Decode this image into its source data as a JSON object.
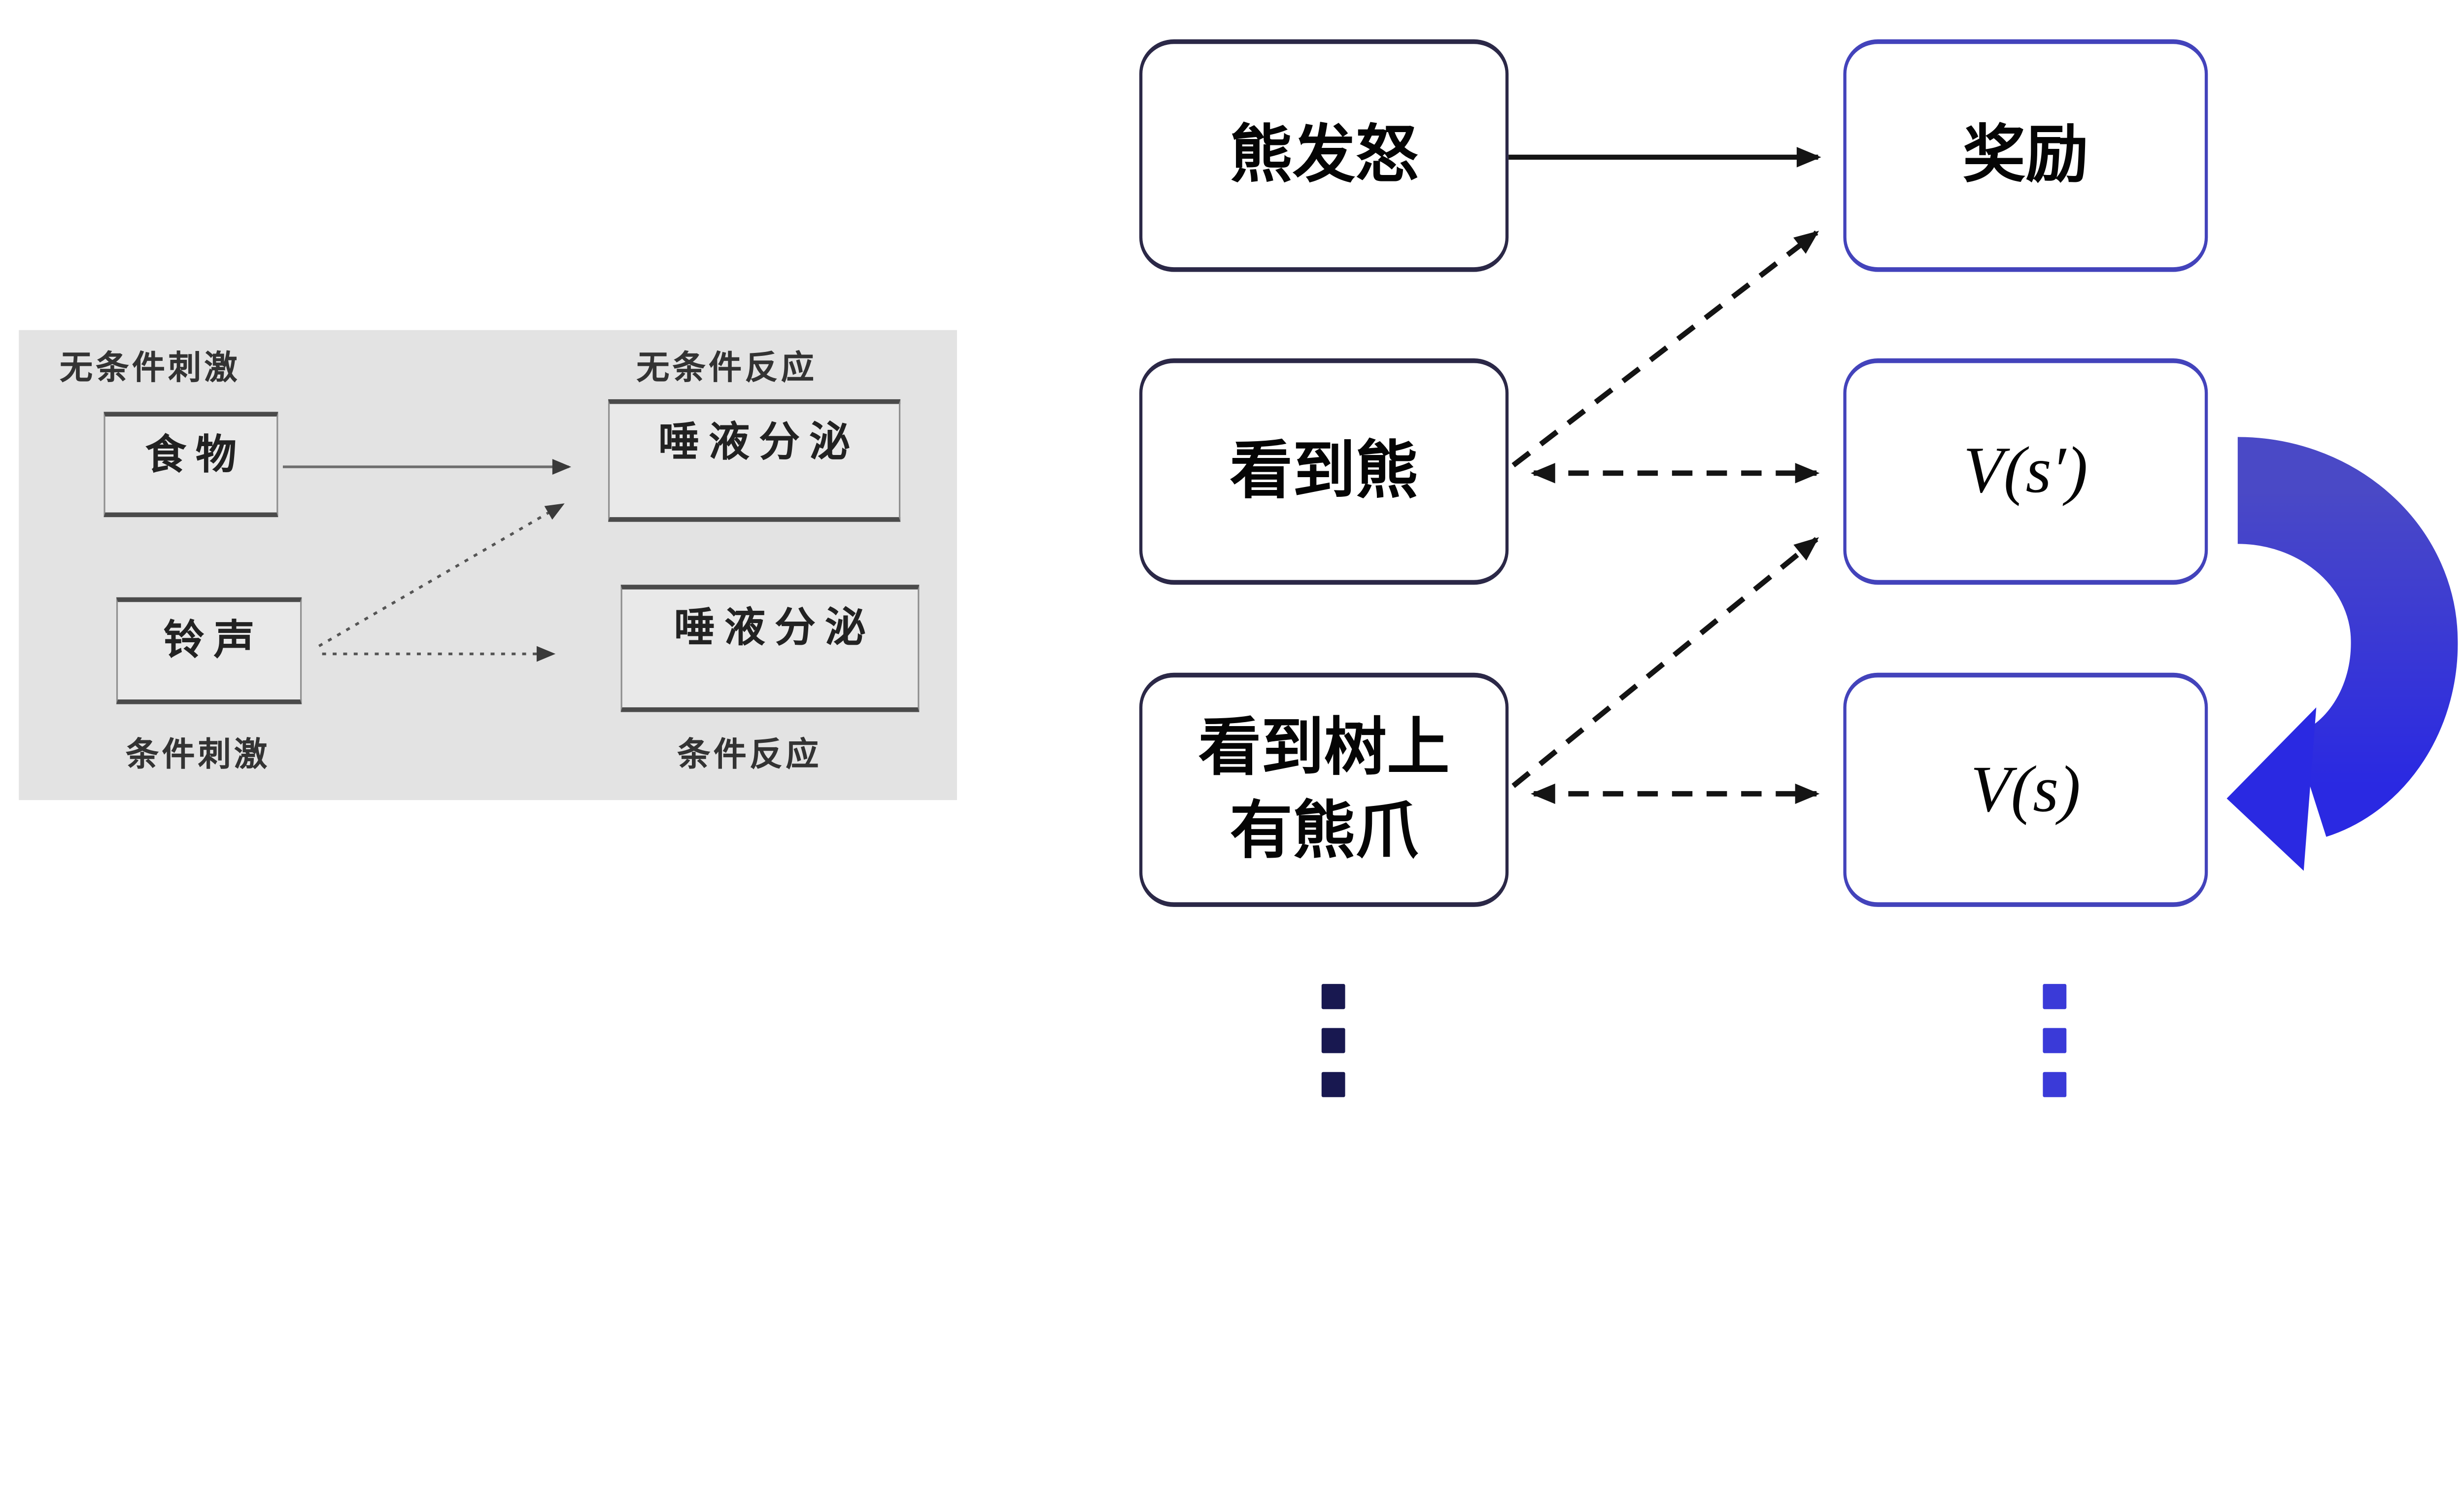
{
  "colors": {
    "page_bg": "#ffffff",
    "panel_bg": "#e3e3e3",
    "panel_text": "#333333",
    "panel_box_side": "#8f8f8f",
    "panel_box_dark": "#4a4a4a",
    "panel_line": "#6e6e6e",
    "panel_arrow": "#3a3a3a",
    "state_border": "#2b2847",
    "value_border": "#4343bb",
    "node_text": "#050505",
    "arrow_dark": "#141414",
    "ribbon_top": "#4a49c6",
    "ribbon_bottom": "#2a29e2",
    "dots_left": "#181850",
    "dots_right": "#3a3ad8"
  },
  "pavlov": {
    "top_left_label": "无条件刺激",
    "top_right_label": "无条件反应",
    "bottom_left_label": "条件刺激",
    "bottom_right_label": "条件反应",
    "food": "食物",
    "bell": "铃声",
    "saliva_top": "唾液分泌",
    "saliva_bottom": "唾液分泌",
    "connections": [
      {
        "from": "食物",
        "to": "唾液分泌",
        "style": "solid-arrow"
      },
      {
        "from": "铃声",
        "to": "唾液分泌",
        "style": "dotted-arrow-diagonal"
      },
      {
        "from": "铃声",
        "to": "唾液分泌",
        "style": "dotted-arrow-horizontal"
      }
    ]
  },
  "td": {
    "states": [
      [
        "熊发怒"
      ],
      [
        "看到熊"
      ],
      [
        "看到树上",
        "有熊爪"
      ]
    ],
    "values": [
      "奖励",
      "V(s′)",
      "V(s)"
    ],
    "connections": [
      {
        "from": "熊发怒",
        "to": "奖励",
        "style": "solid-arrow"
      },
      {
        "from": "看到熊",
        "to": "奖励",
        "style": "dashed-arrow"
      },
      {
        "from": "看到熊",
        "to": "V(s′)",
        "style": "dashed-double-arrow"
      },
      {
        "from": "看到树上有熊爪",
        "to": "V(s′)",
        "style": "dashed-arrow"
      },
      {
        "from": "看到树上有熊爪",
        "to": "V(s)",
        "style": "dashed-double-arrow"
      },
      {
        "from": "V(s′)",
        "to": "V(s)",
        "style": "blue-loop-ribbon"
      }
    ],
    "ellipsis_dash_count": 3
  }
}
